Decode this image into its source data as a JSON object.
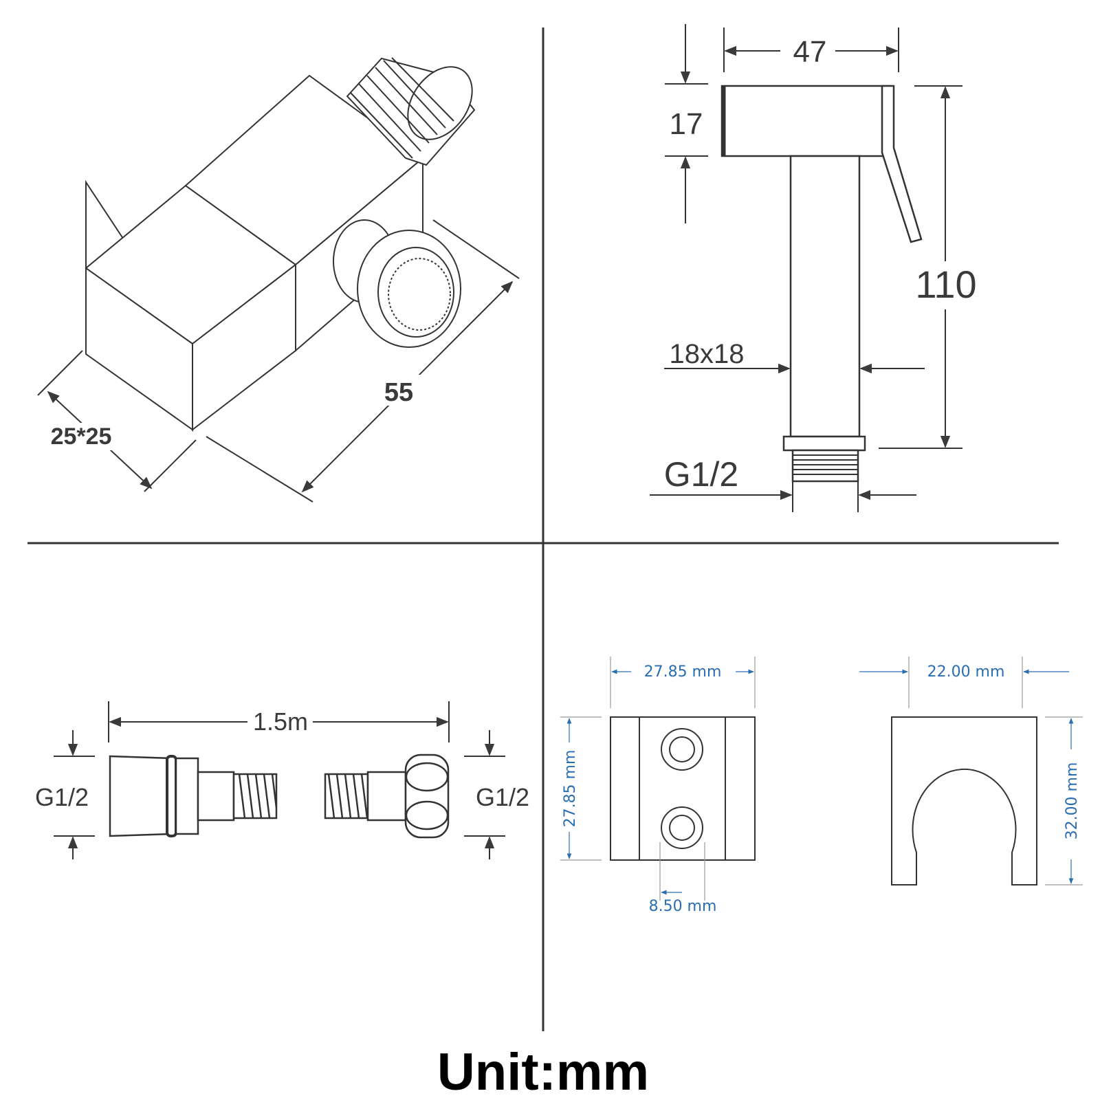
{
  "valve": {
    "dim_width": "25*25",
    "dim_length": "55"
  },
  "sprayer": {
    "dim_top_width": "47",
    "dim_head_height": "17",
    "dim_total_height": "110",
    "dim_tube": "18x18",
    "dim_thread": "G1/2"
  },
  "hose": {
    "dim_length": "1.5m",
    "left_thread": "G1/2",
    "right_thread": "G1/2"
  },
  "holder_front": {
    "dim_width": "27.85 mm",
    "dim_height": "27.85 mm",
    "dim_hole_spacing": "8.50 mm"
  },
  "holder_side": {
    "dim_width": "22.00 mm",
    "dim_height": "32.00 mm"
  },
  "footer": {
    "unit_label": "Unit:mm"
  },
  "colors": {
    "line": "#3a3a3a",
    "dimension_blue": "#2a6db0",
    "unit_text": "#000000"
  }
}
